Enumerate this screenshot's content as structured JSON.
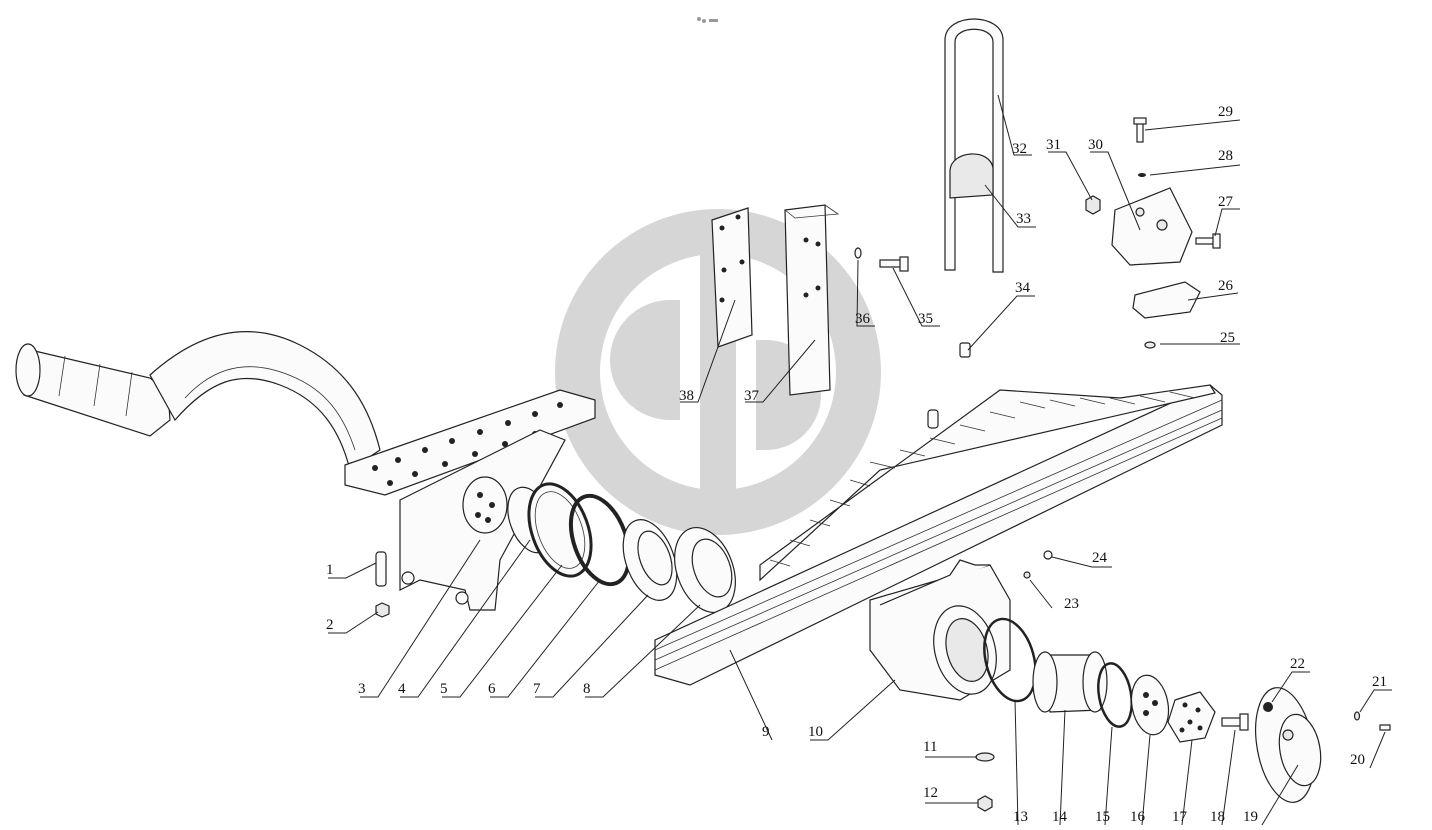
{
  "callouts": [
    {
      "n": "1"
    },
    {
      "n": "2"
    },
    {
      "n": "3"
    },
    {
      "n": "4"
    },
    {
      "n": "5"
    },
    {
      "n": "6"
    },
    {
      "n": "7"
    },
    {
      "n": "8"
    },
    {
      "n": "9"
    },
    {
      "n": "10"
    },
    {
      "n": "11"
    },
    {
      "n": "12"
    },
    {
      "n": "13"
    },
    {
      "n": "14"
    },
    {
      "n": "15"
    },
    {
      "n": "16"
    },
    {
      "n": "17"
    },
    {
      "n": "18"
    },
    {
      "n": "19"
    },
    {
      "n": "20"
    },
    {
      "n": "21"
    },
    {
      "n": "22"
    },
    {
      "n": "23"
    },
    {
      "n": "24"
    },
    {
      "n": "25"
    },
    {
      "n": "26"
    },
    {
      "n": "27"
    },
    {
      "n": "28"
    },
    {
      "n": "29"
    },
    {
      "n": "30"
    },
    {
      "n": "31"
    },
    {
      "n": "32"
    },
    {
      "n": "33"
    },
    {
      "n": "34"
    },
    {
      "n": "35"
    },
    {
      "n": "36"
    },
    {
      "n": "37"
    },
    {
      "n": "38"
    }
  ],
  "colors": {
    "line": "#222222",
    "watermark": "#d6d6d6",
    "background": "#ffffff"
  }
}
